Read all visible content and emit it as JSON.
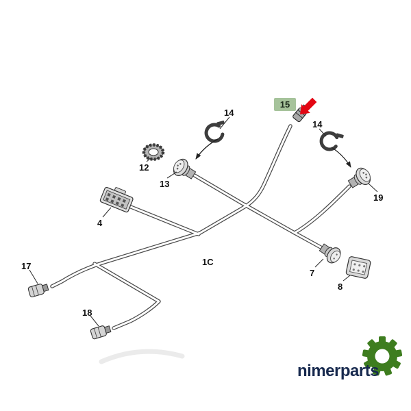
{
  "canvas": {
    "background": "#ffffff"
  },
  "diagram": {
    "labels": {
      "l12": "12",
      "l13": "13",
      "l14a": "14",
      "l14b": "14",
      "l19": "19",
      "l4": "4",
      "l1c": "1C",
      "l7": "7",
      "l8": "8",
      "l17": "17",
      "l18": "18"
    },
    "highlight": {
      "part": "15",
      "box_color": "#a6c39b",
      "arrow_color": "#e30613"
    }
  },
  "logo": {
    "text": "nimerparts",
    "gear_color": "#3e7d1f",
    "text_color": "#17294e"
  }
}
